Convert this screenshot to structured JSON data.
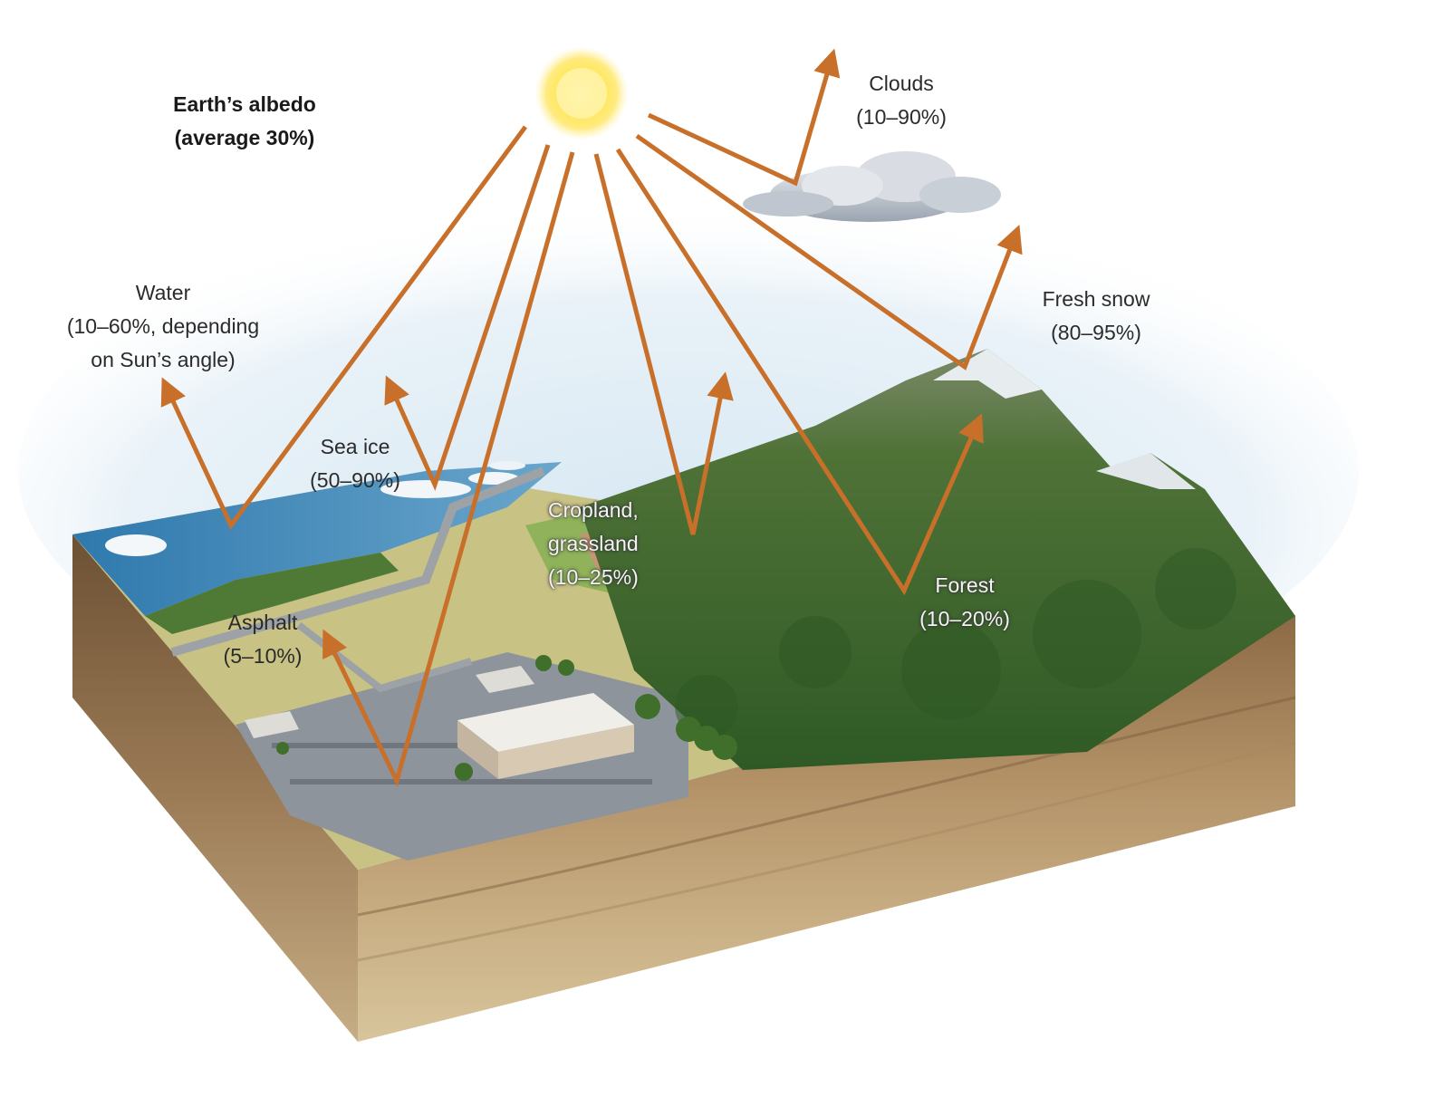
{
  "title": {
    "line1": "Earth’s albedo",
    "line2": "(average 30%)"
  },
  "labels": {
    "clouds": {
      "name": "Clouds",
      "value": "(10–90%)"
    },
    "fresh_snow": {
      "name": "Fresh snow",
      "value": "(80–95%)"
    },
    "water": {
      "name": "Water",
      "value": "(10–60%, depending",
      "value2": "on Sun’s angle)"
    },
    "sea_ice": {
      "name": "Sea ice",
      "value": "(50–90%)"
    },
    "cropland": {
      "name": "Cropland,",
      "name2": "grassland",
      "value": "(10–25%)"
    },
    "forest": {
      "name": "Forest",
      "value": "(10–20%)"
    },
    "asphalt": {
      "name": "Asphalt",
      "value": "(5–10%)"
    }
  },
  "colors": {
    "arrow": "#c8702a",
    "sky": "#cfe4f2",
    "ocean": "#3b7fb0",
    "forest": "#3f6b2e",
    "soil": "#a9855c",
    "asphalt": "#8e949b"
  }
}
